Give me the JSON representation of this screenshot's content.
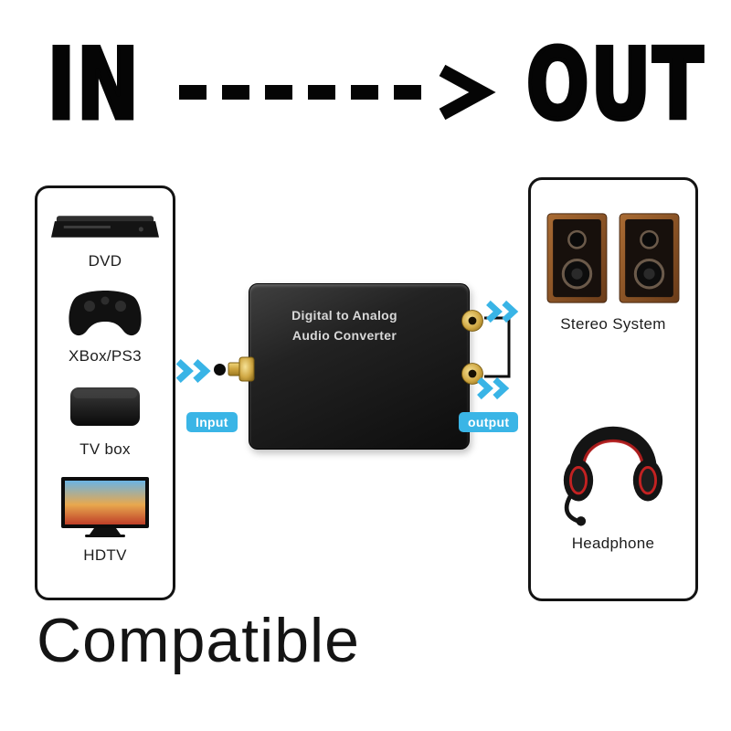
{
  "header": {
    "in_label": "IN",
    "out_label": "OUT"
  },
  "converter": {
    "title_line1": "Digital to Analog",
    "title_line2": "Audio Converter",
    "input_badge": "Input",
    "output_badge": "output"
  },
  "input_devices": {
    "items": [
      {
        "label": "DVD",
        "icon": "dvd-player-icon"
      },
      {
        "label": "XBox/PS3",
        "icon": "game-controller-icon"
      },
      {
        "label": "TV box",
        "icon": "tv-box-icon"
      },
      {
        "label": "HDTV",
        "icon": "hdtv-icon"
      }
    ]
  },
  "output_devices": {
    "items": [
      {
        "label": "Stereo System",
        "icon": "stereo-speakers-icon"
      },
      {
        "label": "Headphone",
        "icon": "headphone-icon"
      }
    ]
  },
  "footer": {
    "caption": "Compatible"
  },
  "colors": {
    "accent_blue": "#3ab5e6",
    "gold": "#c9a233",
    "ink": "#0a0a0a",
    "background": "#ffffff"
  }
}
